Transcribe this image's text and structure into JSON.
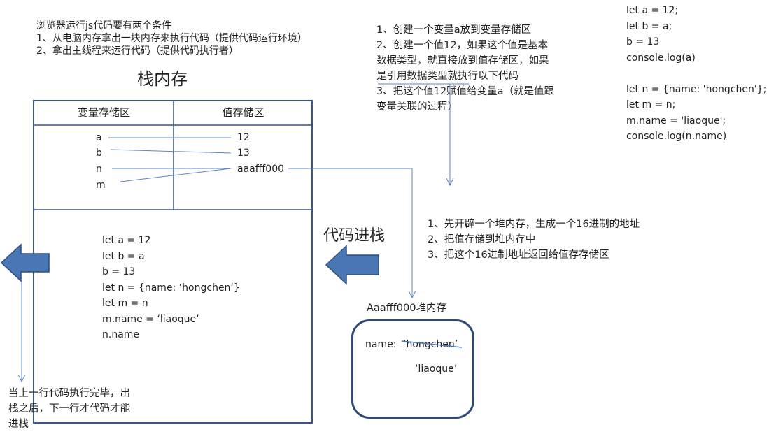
{
  "intro": {
    "lines": [
      "浏览器运行js代码要有两个条件",
      "1、从电脑内存拿出一块内存来执行代码（提供代码运行环境）",
      "2、拿出主线程来运行代码（提供代码执行者）"
    ]
  },
  "stack_title": "栈内存",
  "stack": {
    "col_var": "变量存储区",
    "col_val": "值存储区",
    "vars": [
      "a",
      "b",
      "n",
      "m"
    ],
    "vals": [
      "12",
      "13",
      "aaafff000"
    ],
    "code_lines": [
      "let a = 12",
      "let b = a",
      "b =  13",
      "let n = {name: ‘hongchen’}",
      "let m = n",
      "m.name = ‘liaoque’",
      "n.name"
    ]
  },
  "push_label": "代码进栈",
  "var_steps": {
    "lines": [
      "1、创建一个变量a放到变量存储区",
      "2、创建一个值12，如果这个值是基本",
      "数据类型，就直接放到值存储区，如果",
      "是引用数据类型就执行以下代码",
      "3、把这个值12赋值给变量a（就是值跟",
      "变量关联的过程）"
    ]
  },
  "example_code": {
    "lines": [
      "let a = 12;",
      "let b = a;",
      "b = 13",
      "console.log(a)",
      "",
      "let n = {name: 'hongchen'};",
      "let m = n;",
      "m.name = 'liaoque';",
      "console.log(n.name)"
    ]
  },
  "heap_steps": {
    "lines": [
      "1、先开辟一个堆内存，生成一个16进制的地址",
      "2、把值存储到堆内存中",
      "3、把这个16进制地址返回给值存存储区"
    ]
  },
  "heap": {
    "title": "Aaafff000堆内存",
    "key": "name:",
    "old_value": "‘hongchen’",
    "new_value": "‘liaoque’"
  },
  "pop_note": {
    "lines": [
      "当上一行代码执行完毕，出",
      "栈之后，下一行才代码才能",
      "进栈"
    ]
  },
  "colors": {
    "box_border": "#37578a",
    "arrow_fill": "#4a76b3",
    "arrow_stroke": "#2e4f80",
    "connector": "#5b86c4"
  }
}
